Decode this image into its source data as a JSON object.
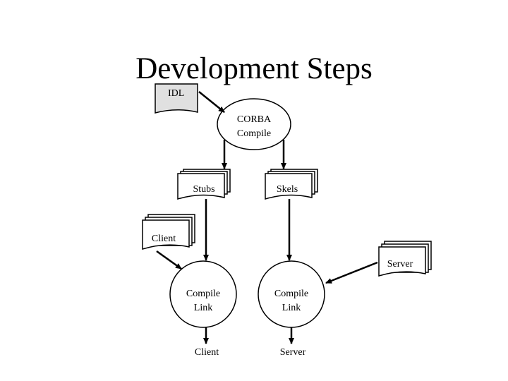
{
  "slide": {
    "title": "Development Steps"
  },
  "nodes": {
    "idl": "IDL",
    "corba_compile": [
      "CORBA",
      "Compile"
    ],
    "stubs": "Stubs",
    "skels": "Skels",
    "client_source": "Client",
    "server_source": "Server",
    "client_compile_link": [
      "Compile",
      "Link"
    ],
    "server_compile_link": [
      "Compile",
      "Link"
    ],
    "client_output": "Client",
    "server_output": "Server"
  },
  "colors": {
    "document_fill": "#e0e0e0",
    "stroke": "#000000",
    "background": "#ffffff"
  }
}
